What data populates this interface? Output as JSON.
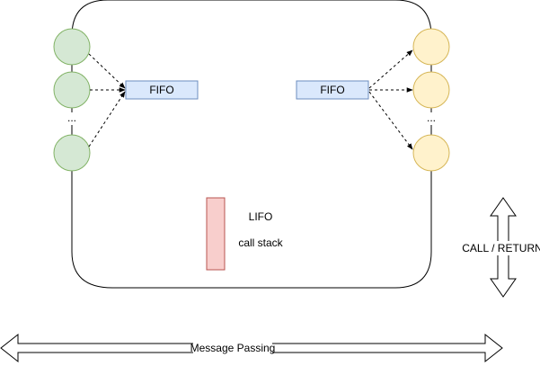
{
  "labels": {
    "fifo_left": "FIFO",
    "fifo_right": "FIFO",
    "lifo": "LIFO",
    "call_stack": "call stack",
    "call_return": "CALL /  RETURN",
    "message_passing": "Message Passing",
    "ellipsis_left": "...",
    "ellipsis_right": "..."
  },
  "colors": {
    "stroke": "#000000",
    "green_fill": "#d5e8d4",
    "green_stroke": "#82b366",
    "yellow_fill": "#fff2cc",
    "yellow_stroke": "#d6b656",
    "fifo_fill": "#dae8fc",
    "fifo_stroke": "#6c8ebf",
    "stack_fill": "#f8cecc",
    "stack_stroke": "#b85450"
  }
}
